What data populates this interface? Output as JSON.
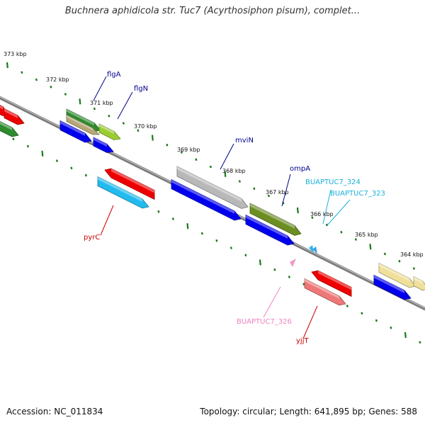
{
  "title": "Buchnera aphidicola str. Tuc7 (Acyrthosiphon pisum), complet...",
  "accession": "Accession: NC_011834",
  "topology": "Topology: circular; Length: 641,895 bp; Genes: 588",
  "kbp_labels": [
    "373 kbp",
    "372 kbp",
    "371 kbp",
    "370 kbp",
    "369 kbp",
    "368 kbp",
    "367 kbp",
    "366 kbp",
    "365 kbp",
    "364 kbp"
  ],
  "gene_labels": [
    {
      "text": "flgA",
      "color": "#00008b"
    },
    {
      "text": "flgN",
      "color": "#00008b"
    },
    {
      "text": "mviN",
      "color": "#00008b"
    },
    {
      "text": "ompA",
      "color": "#00008b"
    },
    {
      "text": "BUAPTUC7_324",
      "color": "#1ab2d9"
    },
    {
      "text": "BUAPTUC7_323",
      "color": "#1ab2d9"
    },
    {
      "text": "pyrC",
      "color": "#cc0000"
    },
    {
      "text": "BUAPTUC7_326",
      "color": "#ee82c0"
    },
    {
      "text": "yjjT",
      "color": "#cc0000"
    }
  ],
  "colors": {
    "backbone": "#7a7a7a",
    "ticks": "#1a7a1a",
    "red": "#ee0000",
    "blue": "#0000ee",
    "green": "#2e8b2e",
    "olive": "#6b8e23",
    "tan": "#b8a878",
    "lime": "#9acd32",
    "gray": "#b8b8b8",
    "cyan": "#22bbee",
    "salmon": "#ee7777",
    "yellow": "#eee09a",
    "pink": "#ee99cc"
  }
}
